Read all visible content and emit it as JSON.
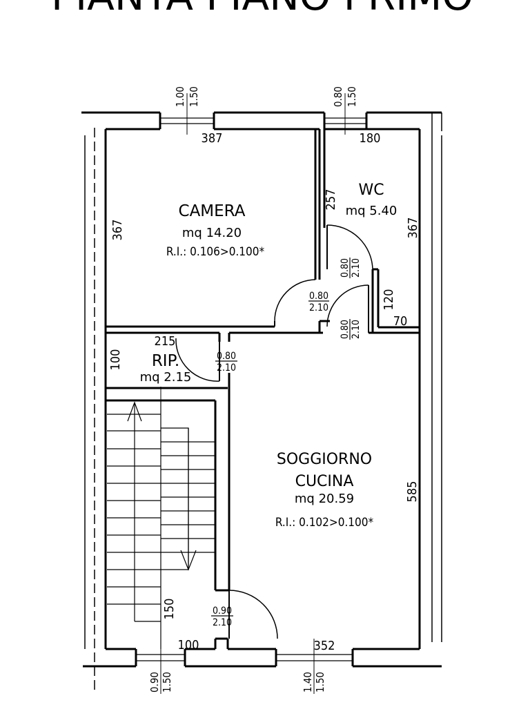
{
  "title": "PIANTA PIANO PRIMO",
  "rooms": {
    "camera": {
      "name": "CAMERA",
      "area": "mq 14.20",
      "ri": "R.I.: 0.106>0.100*"
    },
    "wc": {
      "name": "WC",
      "area": "mq  5.40"
    },
    "rip": {
      "name": "RIP.",
      "area": "mq  2.15"
    },
    "soggiorno": {
      "name_line1": "SOGGIORNO",
      "name_line2": "CUCINA",
      "area": "mq  20.59",
      "ri": "R.I.:  0.102>0.100*"
    }
  },
  "dimensions": {
    "camera_width": "387",
    "camera_height": "367",
    "wc_width": "180",
    "wc_height": "367",
    "wc_wall": "257",
    "hall_120": "120",
    "hall_70": "70",
    "rip_width": "215",
    "rip_height": "100",
    "soggiorno_height": "585",
    "soggiorno_width": "352",
    "stair_150": "150",
    "stair_100": "100"
  },
  "windows": {
    "camera": {
      "width": "1.00",
      "height": "1.50"
    },
    "wc": {
      "width": "0.80",
      "height": "1.50"
    },
    "stair": {
      "width": "0.90",
      "height": "1.50"
    },
    "soggiorno": {
      "width": "1.40",
      "height": "1.50"
    }
  },
  "doors": {
    "wc": {
      "width": "0.80",
      "height": "2.10"
    },
    "camera": {
      "width": "0.80",
      "height": "2.10"
    },
    "soggiorno": {
      "width": "0.80",
      "height": "2.10"
    },
    "rip": {
      "width": "0.80",
      "height": "2.10"
    },
    "entrance": {
      "width": "0.90",
      "height": "2.10"
    }
  }
}
